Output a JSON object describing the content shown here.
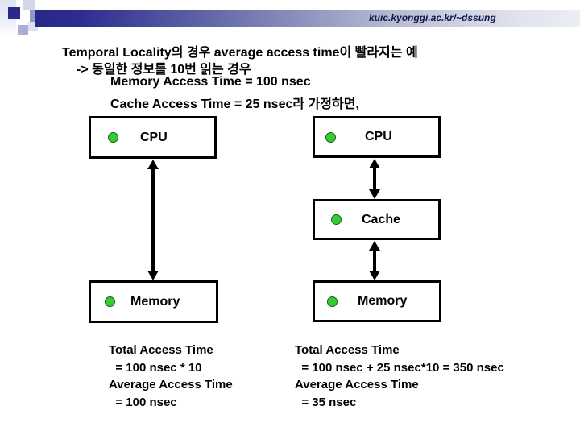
{
  "header": {
    "url_text": "kuic.kyonggi.ac.kr/~dssung"
  },
  "title": {
    "line1": "Temporal Locality의 경우 average access time이 빨라지는 예",
    "line2": "-> 동일한 정보를 10번 읽는 경우",
    "line3": "Memory Access Time = 100 nsec",
    "line4": "Cache Access Time = 25 nsec라 가정하면,"
  },
  "diagram": {
    "left_column": {
      "cpu_label": "CPU",
      "memory_label": "Memory"
    },
    "right_column": {
      "cpu_label": "CPU",
      "cache_label": "Cache",
      "memory_label": "Memory"
    },
    "bullet_icon": "green-dot",
    "colors": {
      "bullet_green": "#33cc33",
      "box_border": "#000000",
      "header_navy": "#2a2a8c",
      "header_fade_end": "#eceef4"
    }
  },
  "results": {
    "left": {
      "lines": [
        "Total Access Time",
        "  = 100 nsec * 10",
        "Average Access Time",
        "  = 100 nsec"
      ]
    },
    "right": {
      "lines": [
        "Total Access Time",
        "  = 100 nsec + 25 nsec*10 = 350 nsec",
        "Average Access Time",
        "  = 35 nsec"
      ]
    }
  }
}
